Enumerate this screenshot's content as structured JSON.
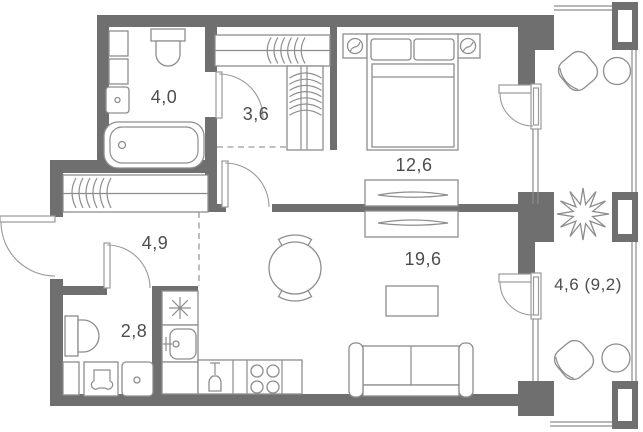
{
  "rooms": [
    {
      "name": "bathroom",
      "area": "4,0"
    },
    {
      "name": "dressing-hall",
      "area": "3,6"
    },
    {
      "name": "bedroom",
      "area": "12,6"
    },
    {
      "name": "entrance-hall",
      "area": "4,9"
    },
    {
      "name": "wc",
      "area": "2,8"
    },
    {
      "name": "living-kitchen",
      "area": "19,6"
    },
    {
      "name": "balcony",
      "area": "4,6 (9,2)"
    }
  ],
  "icons": {
    "fridge": "snowflake-asterisk",
    "stove": "four-burners",
    "kitchen_sink": "basin-with-faucet",
    "bottle": "bottle-on-counter",
    "toilet": "tank-and-bowl",
    "bathtub": "rounded-tub-with-drain",
    "sink": "square-basin-with-drain",
    "laundry_basket": "basket-glyph",
    "wardrobe": "hanger-arcs",
    "bed": "double-bed-two-pillows",
    "nightstand_lamp": "circle-with-cord",
    "tv_console": "lens-on-dresser",
    "sofa": "two-seat-sofa",
    "dining": "round-table-two-chairs",
    "armchair": "rotated-squircle",
    "plant": "spiky-star",
    "side_table": "circle"
  },
  "colors": {
    "wall": "#6f6f6f",
    "furniture_line": "#8d8d8d",
    "door_line": "#9a9a9a",
    "label_text": "#4d4d4d",
    "background": "#ffffff"
  }
}
